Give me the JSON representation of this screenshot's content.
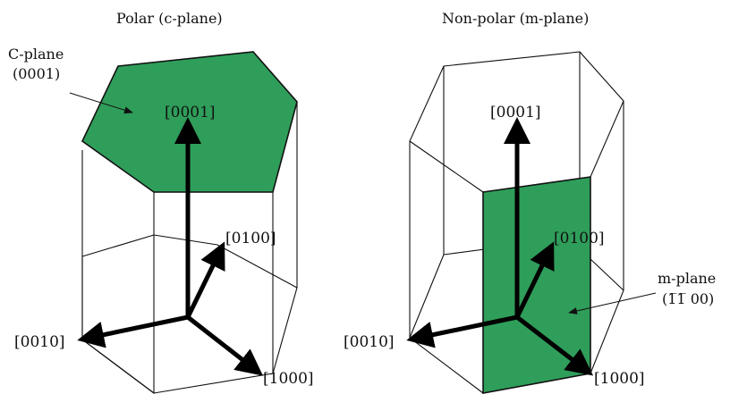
{
  "colors": {
    "plane": "#2f9e5a",
    "lines": "#111111"
  },
  "left": {
    "title": "Polar (c-plane)",
    "plane_name": "C-plane",
    "plane_index": "(0001)",
    "dir_0001": "[0001]",
    "dir_0100": "[0100]",
    "dir_0010": "[0010]",
    "dir_1000": "[1000]"
  },
  "right": {
    "title": "Non-polar (m-plane)",
    "plane_name": "m-plane",
    "plane_index": "(1̅1̅ 00)",
    "dir_0001": "[0001]",
    "dir_0100": "[0100]",
    "dir_0010": "[0010]",
    "dir_1000": "[1000]"
  }
}
